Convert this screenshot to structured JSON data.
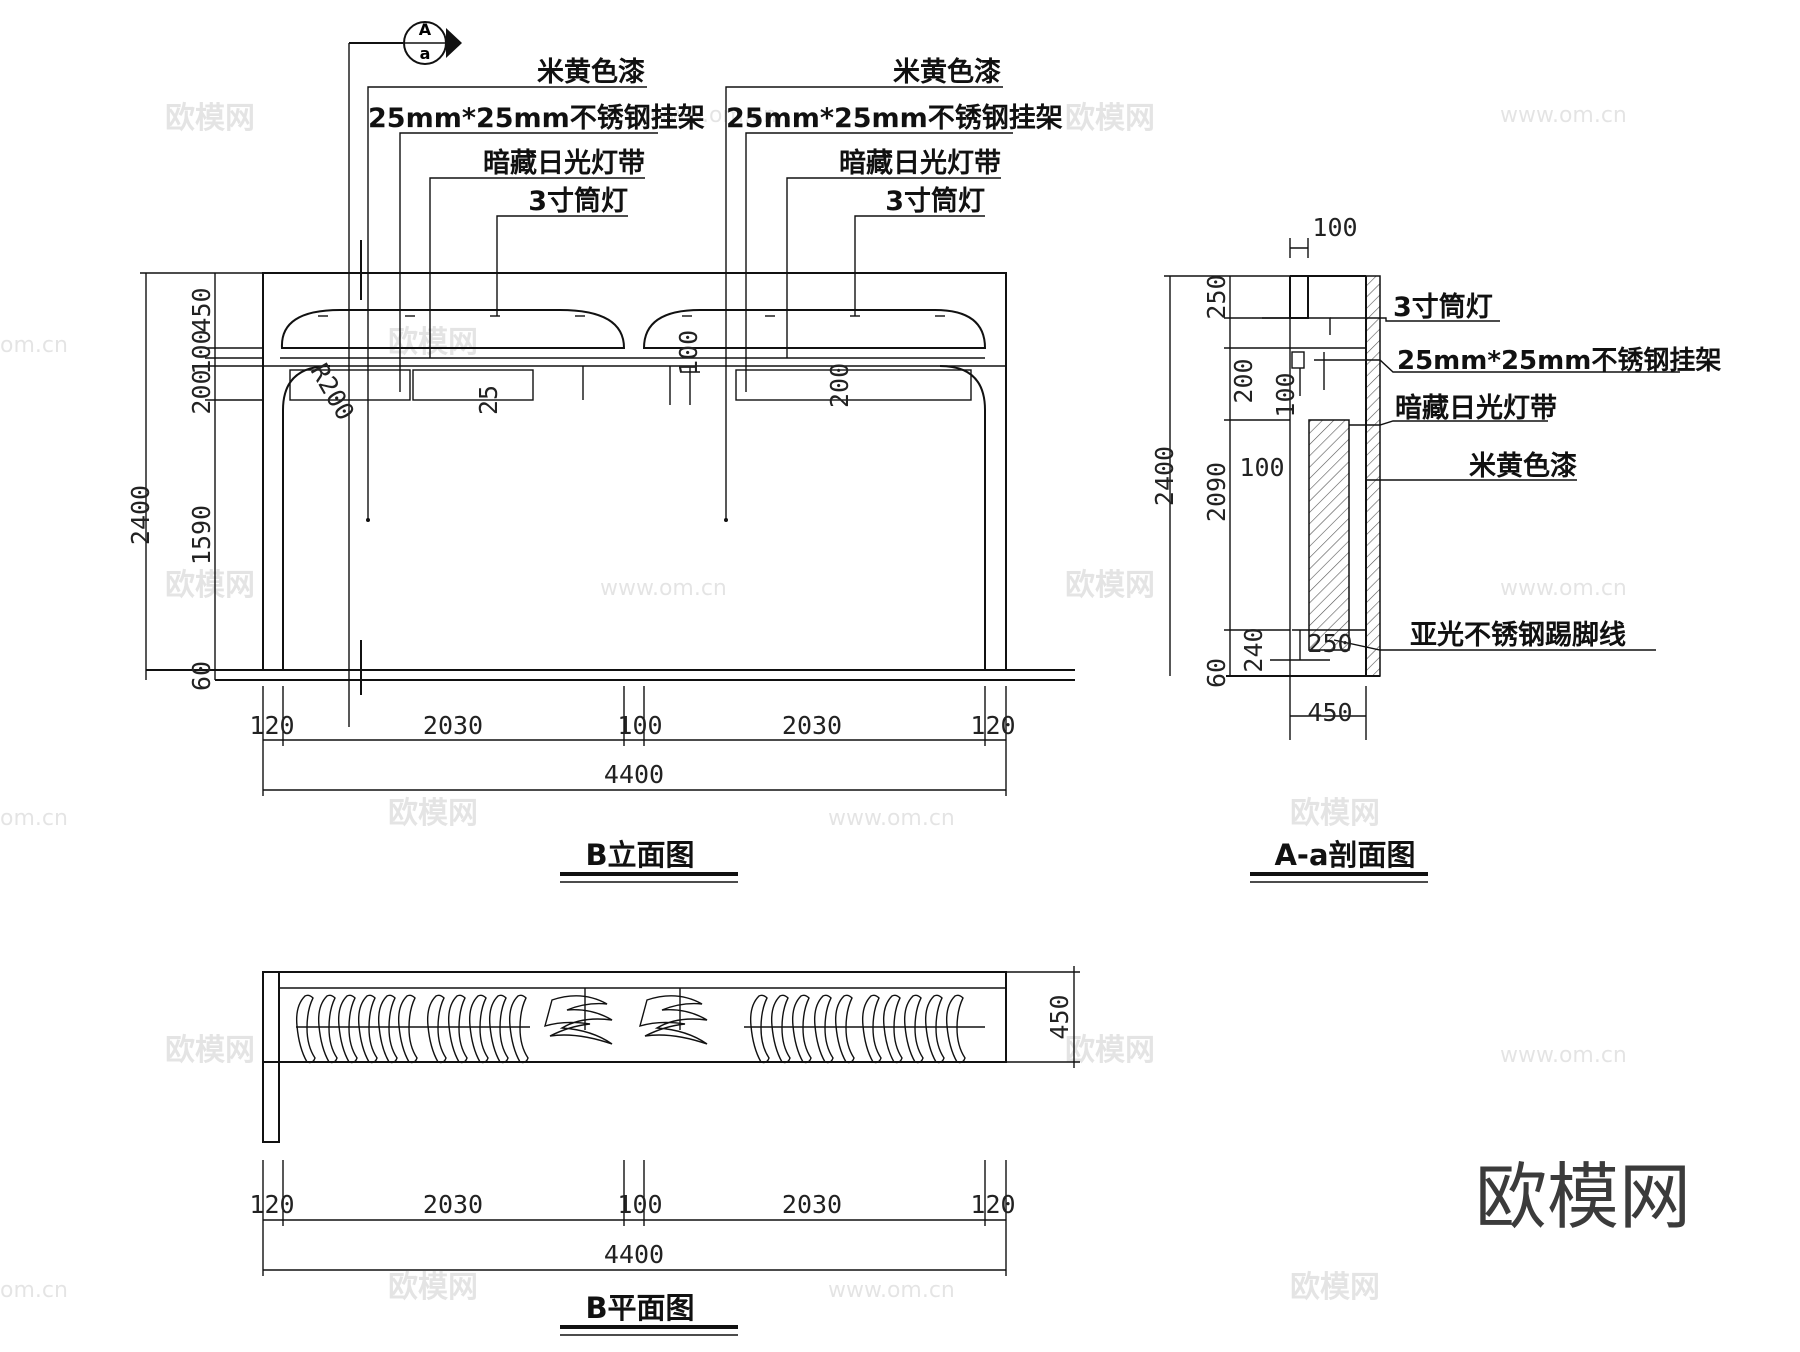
{
  "elevation": {
    "title": "B立面图",
    "left_callouts": {
      "paint": "米黄色漆",
      "rail": "25mm*25mm不锈钢挂架",
      "light_strip": "暗藏日光灯带",
      "downlight": "3寸筒灯"
    },
    "right_callouts": {
      "paint": "米黄色漆",
      "rail": "25mm*25mm不锈钢挂架",
      "light_strip": "暗藏日光灯带",
      "downlight": "3寸筒灯"
    },
    "section_marker": {
      "top": "A",
      "bottom": "a"
    },
    "vertical_dims": {
      "total": "2400",
      "d450": "450",
      "d100": "100",
      "d200": "200",
      "d1590": "1590",
      "d60": "60"
    },
    "inner_dims": {
      "radius": "R200",
      "d25": "25",
      "d100": "100",
      "d200": "200"
    },
    "horizontal_dims": {
      "d120a": "120",
      "d2030a": "2030",
      "d100": "100",
      "d2030b": "2030",
      "d120b": "120",
      "total": "4400"
    }
  },
  "section": {
    "title": "A-a剖面图",
    "callouts": {
      "downlight": "3寸筒灯",
      "rail": "25mm*25mm不锈钢挂架",
      "light_strip": "暗藏日光灯带",
      "paint": "米黄色漆",
      "kick": "亚光不锈钢踢脚线"
    },
    "dims": {
      "top100": "100",
      "total": "2400",
      "d250": "250",
      "d200": "200",
      "d100v": "100",
      "d2090": "2090",
      "d100h": "100",
      "d240": "240",
      "d250b": "250",
      "d60": "60",
      "depth": "450"
    }
  },
  "plan": {
    "title": "B平面图",
    "depth_dim": "450",
    "horizontal_dims": {
      "d120a": "120",
      "d2030a": "2030",
      "d100": "100",
      "d2030b": "2030",
      "d120b": "120",
      "total": "4400"
    }
  },
  "watermarks": {
    "brand": "欧模网",
    "url": "www.om.cn",
    "url_short": "om.cn"
  },
  "logo": "欧模网"
}
